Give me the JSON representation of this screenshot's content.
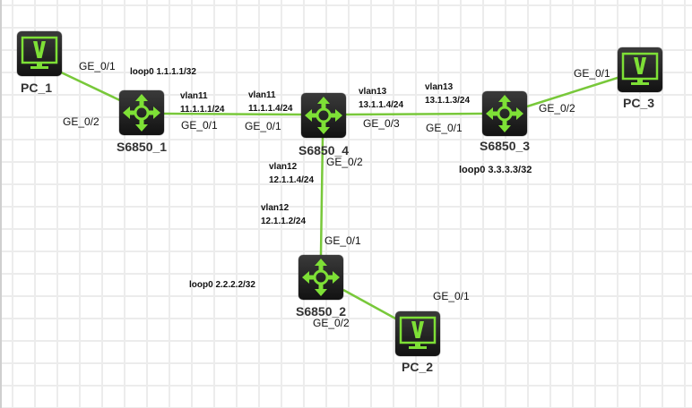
{
  "colors": {
    "link": "#78c83a",
    "icon": "#7ee036",
    "node_bg": "#1e1e1e",
    "grid": "#ececec"
  },
  "nodes": [
    {
      "id": "PC_1",
      "type": "pc",
      "label": "PC_1",
      "icon": "pc-monitor-icon"
    },
    {
      "id": "S6850_1",
      "type": "switch",
      "label": "S6850_1",
      "icon": "switch-arrows-icon"
    },
    {
      "id": "S6850_4",
      "type": "switch",
      "label": "S6850_4",
      "icon": "switch-arrows-icon"
    },
    {
      "id": "S6850_3",
      "type": "switch",
      "label": "S6850_3",
      "icon": "switch-arrows-icon"
    },
    {
      "id": "PC_3",
      "type": "pc",
      "label": "PC_3",
      "icon": "pc-monitor-icon"
    },
    {
      "id": "S6850_2",
      "type": "switch",
      "label": "S6850_2",
      "icon": "switch-arrows-icon"
    },
    {
      "id": "PC_2",
      "type": "pc",
      "label": "PC_2",
      "icon": "pc-monitor-icon"
    }
  ],
  "links": [
    {
      "from": "PC_1",
      "to": "S6850_1",
      "from_port": "GE_0/1",
      "to_port": "GE_0/2"
    },
    {
      "from": "S6850_1",
      "to": "S6850_4",
      "from_port": "GE_0/1",
      "to_port": "GE_0/1"
    },
    {
      "from": "S6850_4",
      "to": "S6850_3",
      "from_port": "GE_0/3",
      "to_port": "GE_0/1"
    },
    {
      "from": "S6850_3",
      "to": "PC_3",
      "from_port": "GE_0/2",
      "to_port": "GE_0/1"
    },
    {
      "from": "S6850_4",
      "to": "S6850_2",
      "from_port": "GE_0/2",
      "to_port": "GE_0/1"
    },
    {
      "from": "S6850_2",
      "to": "PC_2",
      "from_port": "GE_0/2",
      "to_port": "GE_0/1"
    }
  ],
  "ports": {
    "pc1_ge01": "GE_0/1",
    "s1_ge02": "GE_0/2",
    "s1_ge01": "GE_0/1",
    "s4_ge01": "GE_0/1",
    "s4_ge03": "GE_0/3",
    "s4_ge02": "GE_0/2",
    "s3_ge01": "GE_0/1",
    "s3_ge02": "GE_0/2",
    "pc3_ge01": "GE_0/1",
    "s2_ge01": "GE_0/1",
    "s2_ge02": "GE_0/2",
    "pc2_ge01": "GE_0/1"
  },
  "vlans": {
    "s1_vlan11": {
      "vlan": "vlan11",
      "ip": "11.1.1.1/24"
    },
    "s4_vlan11": {
      "vlan": "vlan11",
      "ip": "11.1.1.4/24"
    },
    "s4_vlan13": {
      "vlan": "vlan13",
      "ip": "13.1.1.4/24"
    },
    "s3_vlan13": {
      "vlan": "vlan13",
      "ip": "13.1.1.3/24"
    },
    "s4_vlan12": {
      "vlan": "vlan12",
      "ip": "12.1.1.4/24"
    },
    "s2_vlan12": {
      "vlan": "vlan12",
      "ip": "12.1.1.2/24"
    }
  },
  "loopbacks": {
    "s1": "loop0 1.1.1.1/32",
    "s2": "loop0 2.2.2.2/32",
    "s3": "loop0 3.3.3.3/32"
  }
}
